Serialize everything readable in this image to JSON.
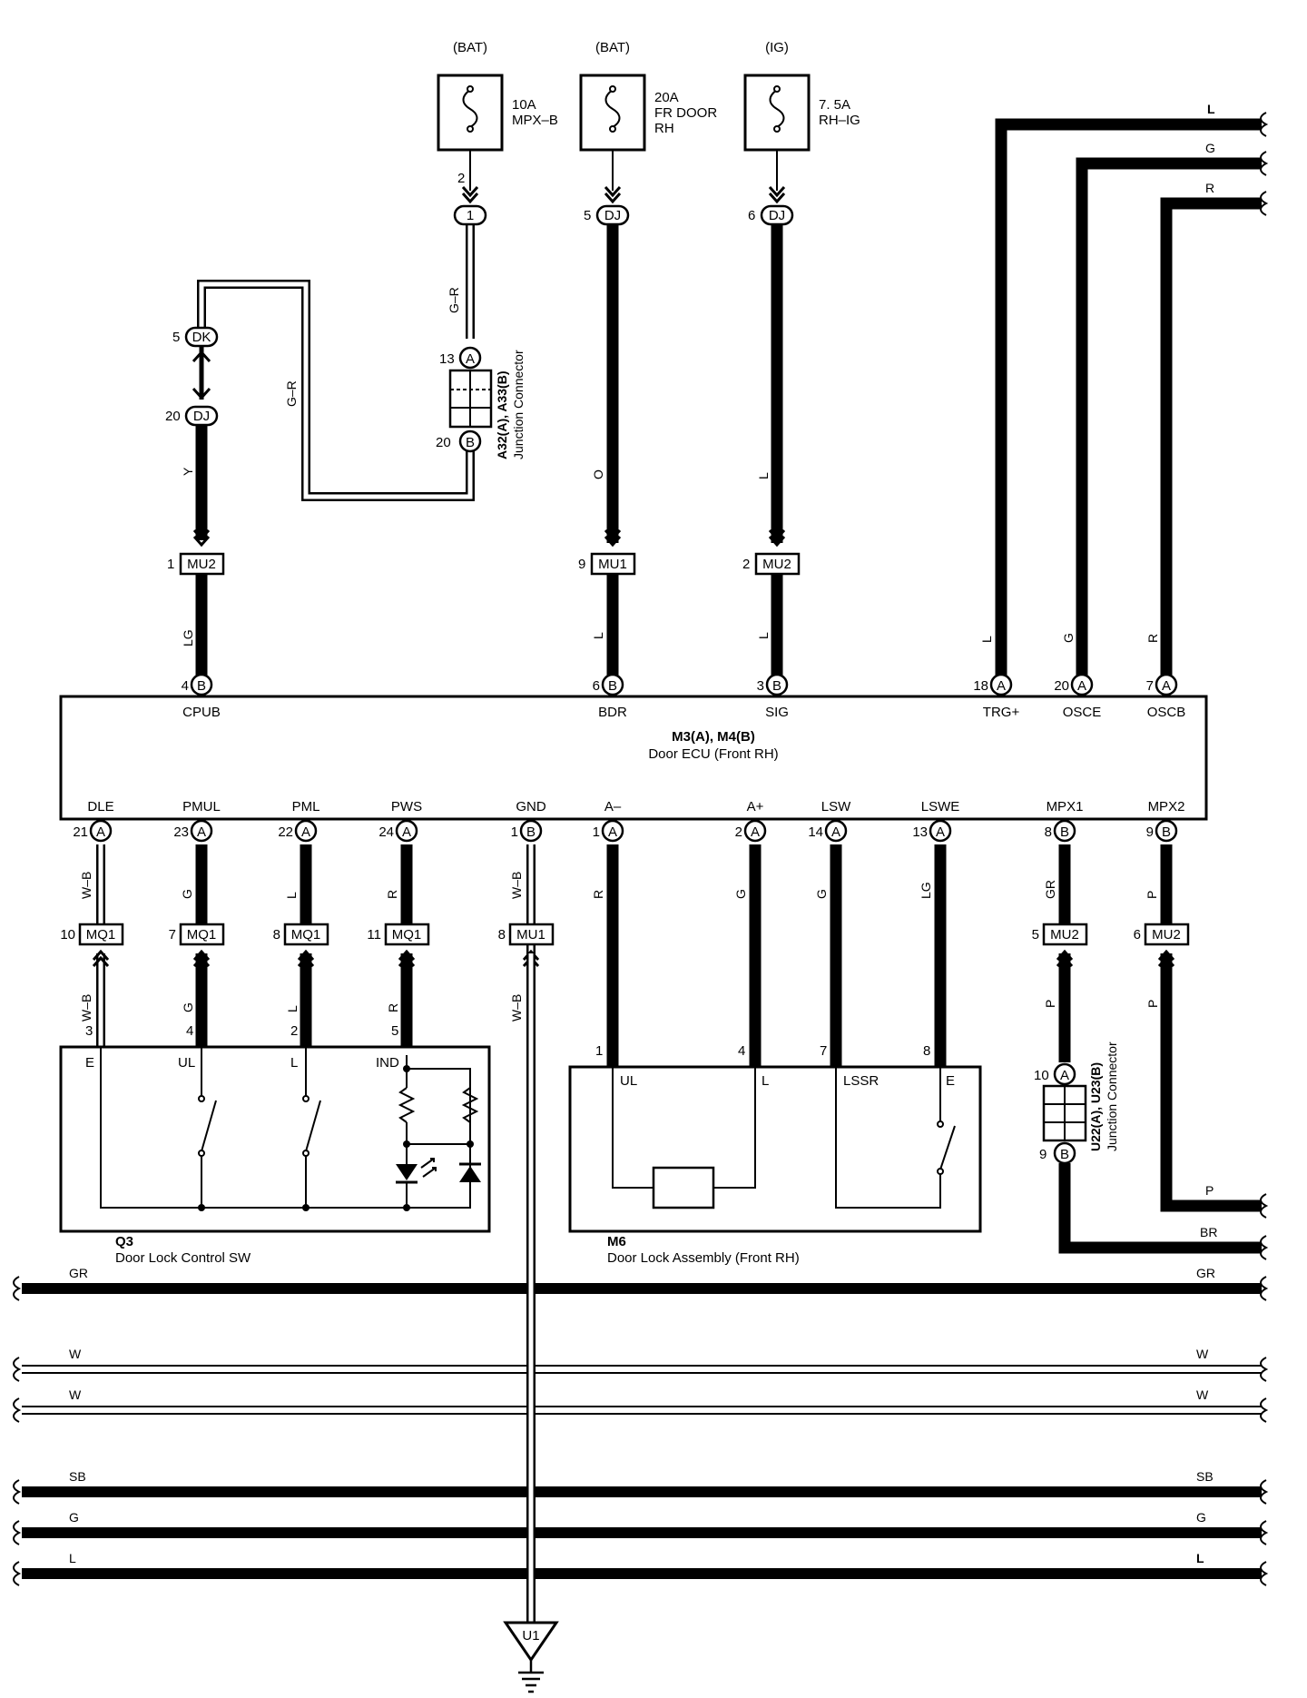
{
  "fuses": [
    {
      "source": "(BAT)",
      "rating": "10A",
      "name": "MPX–B",
      "name2": "",
      "pin": "2"
    },
    {
      "source": "(BAT)",
      "rating": "20A",
      "name": "FR DOOR",
      "name2": "RH",
      "pin": ""
    },
    {
      "source": "(IG)",
      "rating": "7. 5A",
      "name": "RH–IG",
      "name2": "",
      "pin": ""
    }
  ],
  "junction_a32": {
    "label": "A32(A), A33(B)",
    "sublabel": "Junction Connector",
    "pins": [
      {
        "pin": "1",
        "conn": "1"
      },
      {
        "pin": "13",
        "conn": "A"
      },
      {
        "pin": "20",
        "conn": "B"
      }
    ]
  },
  "left_chain": {
    "dk": {
      "pin": "5",
      "conn": "DK"
    },
    "dj": {
      "pin": "20",
      "conn": "DJ"
    },
    "wire_y": "Y",
    "wire_gr": "G–R",
    "wire_gr2": "G–R"
  },
  "top_connectors": [
    {
      "pin": "5",
      "conn": "DJ",
      "wire": "O"
    },
    {
      "pin": "6",
      "conn": "DJ",
      "wire": "L"
    }
  ],
  "mu_upper": [
    {
      "pin": "1",
      "conn": "MU2",
      "wire": "LG"
    },
    {
      "pin": "9",
      "conn": "MU1",
      "wire": "L"
    },
    {
      "pin": "2",
      "conn": "MU2",
      "wire": "L"
    }
  ],
  "right_wires_top": [
    {
      "color": "L",
      "ecu_wire": "L"
    },
    {
      "color": "G",
      "ecu_wire": "G"
    },
    {
      "color": "R",
      "ecu_wire": "R"
    }
  ],
  "ecu": {
    "name": "M3(A), M4(B)",
    "desc": "Door ECU (Front RH)",
    "top_pins": [
      {
        "pin": "4",
        "conn": "B",
        "sig": "CPUB"
      },
      {
        "pin": "6",
        "conn": "B",
        "sig": "BDR"
      },
      {
        "pin": "3",
        "conn": "B",
        "sig": "SIG"
      },
      {
        "pin": "18",
        "conn": "A",
        "sig": "TRG+"
      },
      {
        "pin": "20",
        "conn": "A",
        "sig": "OSCE"
      },
      {
        "pin": "7",
        "conn": "A",
        "sig": "OSCB"
      }
    ],
    "bottom_pins": [
      {
        "pin": "21",
        "conn": "A",
        "sig": "DLE",
        "wire": "W–B"
      },
      {
        "pin": "23",
        "conn": "A",
        "sig": "PMUL",
        "wire": "G"
      },
      {
        "pin": "22",
        "conn": "A",
        "sig": "PML",
        "wire": "L"
      },
      {
        "pin": "24",
        "conn": "A",
        "sig": "PWS",
        "wire": "R"
      },
      {
        "pin": "1",
        "conn": "B",
        "sig": "GND",
        "wire": "W–B"
      },
      {
        "pin": "1",
        "conn": "A",
        "sig": "A–",
        "wire": "R"
      },
      {
        "pin": "2",
        "conn": "A",
        "sig": "A+",
        "wire": "G"
      },
      {
        "pin": "14",
        "conn": "A",
        "sig": "LSW",
        "wire": "G"
      },
      {
        "pin": "13",
        "conn": "A",
        "sig": "LSWE",
        "wire": "LG"
      },
      {
        "pin": "8",
        "conn": "B",
        "sig": "MPX1",
        "wire": "GR"
      },
      {
        "pin": "9",
        "conn": "B",
        "sig": "MPX2",
        "wire": "P"
      }
    ]
  },
  "mq_row": [
    {
      "pin": "10",
      "conn": "MQ1",
      "wire": "W–B",
      "lower_pin": "3"
    },
    {
      "pin": "7",
      "conn": "MQ1",
      "wire": "G",
      "lower_pin": "4"
    },
    {
      "pin": "8",
      "conn": "MQ1",
      "wire": "L",
      "lower_pin": "2"
    },
    {
      "pin": "11",
      "conn": "MQ1",
      "wire": "R",
      "lower_pin": "5"
    },
    {
      "pin": "8",
      "conn": "MU1",
      "wire": "W–B",
      "lower_pin": ""
    },
    {
      "pin": "5",
      "conn": "MU2",
      "wire": "P",
      "lower_pin": ""
    },
    {
      "pin": "6",
      "conn": "MU2",
      "wire": "P",
      "lower_pin": ""
    }
  ],
  "q3": {
    "name": "Q3",
    "desc": "Door Lock Control SW",
    "terms": [
      "E",
      "UL",
      "L",
      "IND"
    ]
  },
  "m6": {
    "name": "M6",
    "desc": "Door Lock Assembly (Front RH)",
    "pins": [
      "1",
      "4",
      "7",
      "8"
    ],
    "terms": [
      "UL",
      "L",
      "LSSR",
      "E"
    ]
  },
  "junction_u22": {
    "label": "U22(A), U23(B)",
    "sublabel": "Junction Connector",
    "pins": [
      {
        "pin": "10",
        "conn": "A"
      },
      {
        "pin": "9",
        "conn": "B"
      }
    ]
  },
  "right_wires_bottom": [
    {
      "color": "P"
    },
    {
      "color": "BR"
    }
  ],
  "bus_wires": [
    {
      "left": "GR",
      "right": "GR",
      "style": "thick"
    },
    {
      "left": "W",
      "right": "W",
      "style": "double"
    },
    {
      "left": "W",
      "right": "W",
      "style": "double"
    },
    {
      "left": "SB",
      "right": "SB",
      "style": "thick"
    },
    {
      "left": "G",
      "right": "G",
      "style": "thick"
    },
    {
      "left": "L",
      "right": "L",
      "style": "thick"
    }
  ],
  "ground": {
    "label": "U1"
  }
}
